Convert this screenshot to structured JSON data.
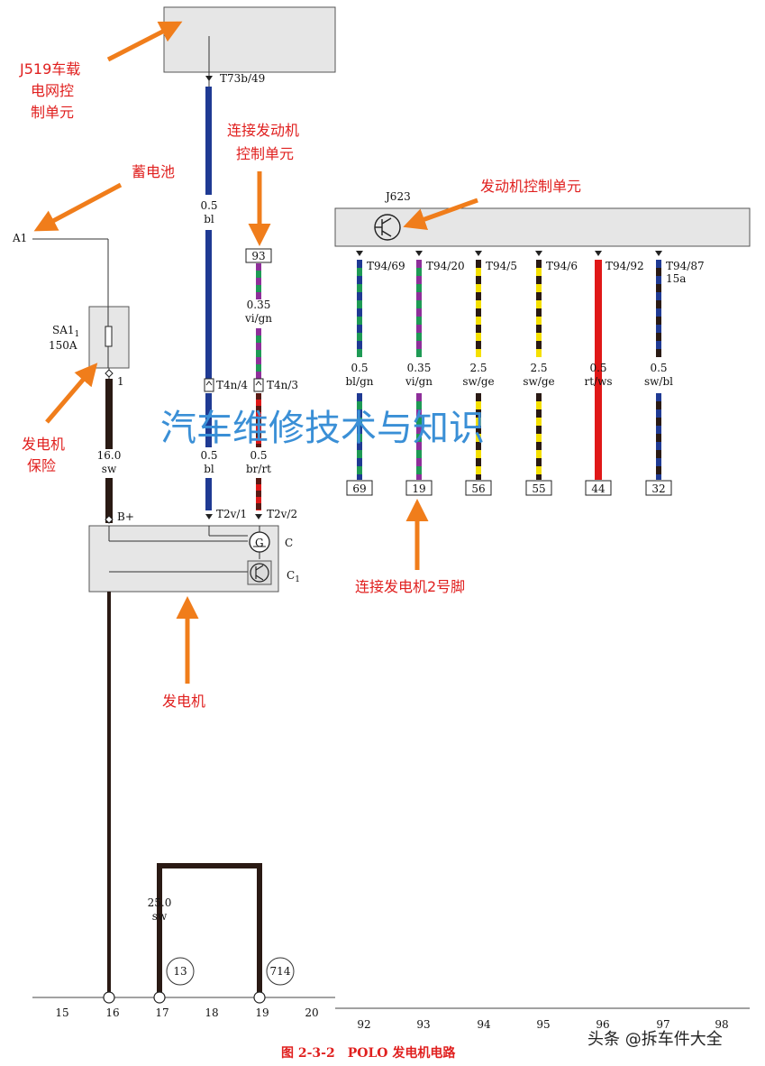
{
  "annotations": {
    "j519": [
      "J519车载",
      "电网控",
      "制单元"
    ],
    "ecu_connect": [
      "连接发动机",
      "控制单元"
    ],
    "battery": "蓄电池",
    "engine_ecu": "发动机控制单元",
    "gen_fuse": [
      "发电机",
      "保险"
    ],
    "gen_pin2": "连接发电机2号脚",
    "generator": "发电机"
  },
  "labels": {
    "a1": "A1",
    "sa1": "SA1",
    "sa1_sub": "1",
    "sa1_rating": "150A",
    "fuse_pin": "1",
    "t73b": "T73b/49",
    "t4n4": "T4n/4",
    "t4n3": "T4n/3",
    "t2v1": "T2v/1",
    "t2v2": "T2v/2",
    "bplus": "B+",
    "c": "C",
    "c1": "C",
    "c1_sub": "1",
    "j623": "J623",
    "g": "G",
    "pin93": "93",
    "w_bl_a": [
      "0.5",
      "bl"
    ],
    "w_vign_a": [
      "0.35",
      "vi/gn"
    ],
    "w_bl_b": [
      "0.5",
      "bl"
    ],
    "w_brrt": [
      "0.5",
      "br/rt"
    ],
    "w_sw16": [
      "16.0",
      "sw"
    ],
    "w_sw25": [
      "25.0",
      "sw"
    ],
    "ground13": "13",
    "ground714": "714"
  },
  "ecu_wires": [
    {
      "pin": "T94/69",
      "gauge": "0.5",
      "color": "bl/gn",
      "box": "69"
    },
    {
      "pin": "T94/20",
      "gauge": "0.35",
      "color": "vi/gn",
      "box": "19"
    },
    {
      "pin": "T94/5",
      "gauge": "2.5",
      "color": "sw/ge",
      "box": "56"
    },
    {
      "pin": "T94/6",
      "gauge": "2.5",
      "color": "sw/ge",
      "box": "55"
    },
    {
      "pin": "T94/92",
      "gauge": "0.5",
      "color": "rt/ws",
      "box": "44"
    },
    {
      "pin": "T94/87",
      "pin_sub": "15a",
      "gauge": "0.5",
      "color": "sw/bl",
      "box": "32"
    }
  ],
  "bottom_numbers": [
    "15",
    "16",
    "17",
    "18",
    "19",
    "20",
    "92",
    "93",
    "94",
    "95",
    "96",
    "97",
    "98"
  ],
  "watermark": "汽车维修技术与知识",
  "caption": "图 2-3-2　POLO 发电机电路",
  "signature": "头条 @拆车件大全",
  "colors": {
    "annotation": "#e0201f",
    "arrow": "#f07d1b",
    "blue": "#1f3a93",
    "green": "#1e9a55",
    "violet": "#8e2f9a",
    "yellow": "#f5e000",
    "black": "#2a1a14",
    "red": "#e01818",
    "brown": "#5a1a14",
    "watermark": "#3a8fd6",
    "panel": "#e6e6e6"
  }
}
